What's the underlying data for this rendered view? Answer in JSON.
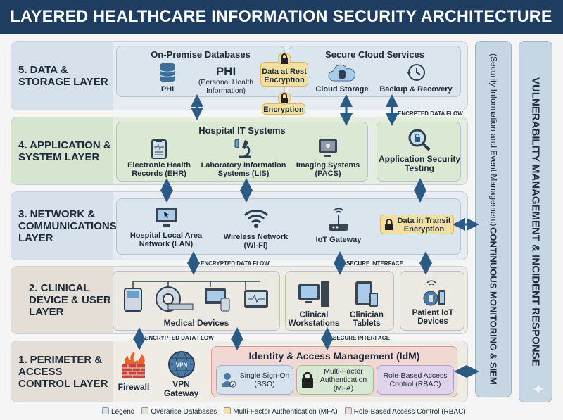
{
  "title": "LAYERED HEALTHCARE INFORMATION SECURITY ARCHITECTURE",
  "layers": {
    "l5": {
      "label": "5. DATA & STORAGE LAYER",
      "onprem_title": "On-Premise Databases",
      "phi_icon_label": "PHI",
      "phi_title": "PHI",
      "phi_sub": "(Personal Health Information)",
      "rest_badge": "Data at Rest Encryption",
      "enc_badge": "Encryption",
      "cloud_title": "Secure Cloud Services",
      "cloud_storage": "Cloud Storage",
      "backup": "Backup & Recovery"
    },
    "l4": {
      "label": "4. APPLICATION & SYSTEM LAYER",
      "hospital_title": "Hospital IT Systems",
      "ehr": "Electronic Health Records (EHR)",
      "lis": "Laboratory Information Systems (LIS)",
      "pacs": "Imaging Systems (PACS)",
      "ast": "Application Security Testing"
    },
    "l3": {
      "label": "3. NETWORK & COMMUNICATIONS LAYER",
      "lan": "Hospital Local Area Network (LAN)",
      "wifi": "Wireless Network (Wi-Fi)",
      "iot": "IoT Gateway",
      "transit": "Data in Transit Encryption"
    },
    "l2": {
      "label": "2. CLINICAL DEVICE & USER LAYER",
      "medical": "Medical Devices",
      "workstations": "Clinical Workstations",
      "tablets": "Clinician Tablets",
      "patient_iot": "Patient IoT Devices"
    },
    "l1": {
      "label": "1. PERIMETER & ACCESS CONTROL LAYER",
      "firewall": "Firewall",
      "vpn": "VPN Gateway",
      "vpn_icon_text": "VPN",
      "idm_title": "Identity & Access Management (IdM)",
      "sso": "Single Sign-On (SSO)",
      "mfa": "Multi-Factor Authentication (MFA)",
      "rbac": "Role-Based Access Control (RBAC)"
    }
  },
  "flows": {
    "encrypted_top": "ENCRPTED DATA FLOW",
    "encrypted_mid": "ENCRYPTED DATA FLOW",
    "secure_mid": "SECURE INTERFACE",
    "encrypted_low": "ENCRYPTED DATA FLOW",
    "secure_low": "SECURE INTERFACE"
  },
  "side": {
    "monitor_title": "CONTINUOUS MONITORING & SIEM",
    "monitor_sub": "(Security Information and Event Management)",
    "vuln": "VULNERABILITY MANAGEMENT & INCIDENT RESPONSE"
  },
  "legend": [
    "Legend",
    "Overarise Databases",
    "Multi-Factor Authentication (MFA)",
    "Role-Based Access Control (RBAC)"
  ],
  "colors": {
    "title_bg": "#1f3d61",
    "data_layer": "#dfe7ef",
    "app_layer": "#dde9d8",
    "network_layer": "#dfe7ef",
    "clinical_layer": "#ebe6df",
    "perimeter_layer": "#ebe6df",
    "badge": "#f4dfa3",
    "idm": "#f2d8d3",
    "arrow": "#2b5a85"
  }
}
